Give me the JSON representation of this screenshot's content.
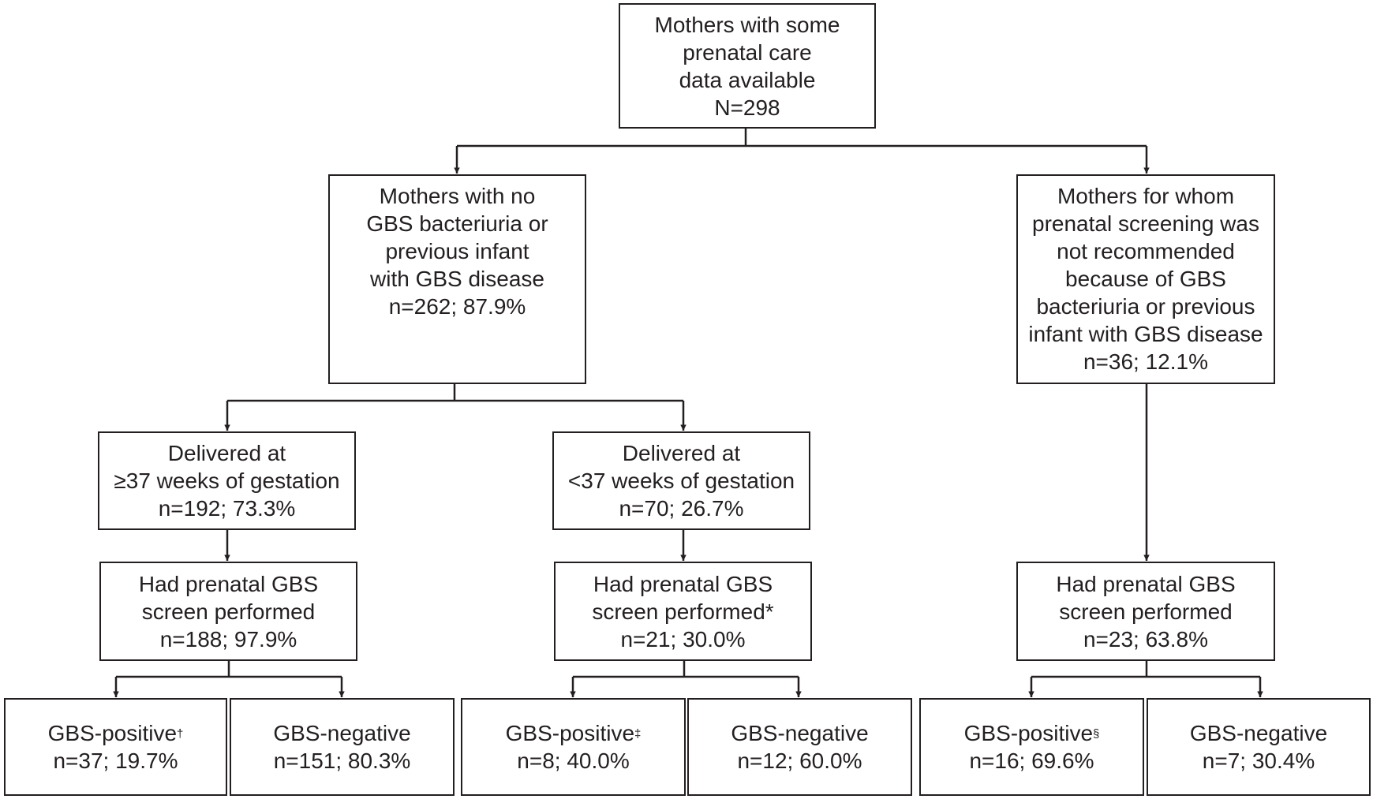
{
  "nodes": {
    "root": {
      "lines": [
        "Mothers with some",
        "prenatal care",
        "data available",
        "N=298"
      ]
    },
    "no_bacteriuria": {
      "lines": [
        "Mothers with no",
        "GBS bacteriuria or",
        "previous infant",
        "with GBS disease",
        "n=262; 87.9%"
      ]
    },
    "not_recommended": {
      "lines": [
        "Mothers for whom",
        "prenatal screening was",
        "not recommended",
        "because of GBS",
        "bacteriuria or previous",
        "infant with GBS disease",
        "n=36; 12.1%"
      ]
    },
    "term": {
      "lines": [
        "Delivered at",
        "≥37 weeks of gestation",
        "n=192; 73.3%"
      ]
    },
    "preterm": {
      "lines": [
        "Delivered at",
        "<37 weeks of gestation",
        "n=70; 26.7%"
      ]
    },
    "term_screen": {
      "lines": [
        "Had prenatal GBS",
        "screen performed",
        "n=188; 97.9%"
      ]
    },
    "preterm_screen": {
      "line1": "Had prenatal GBS",
      "line2": "screen performed",
      "mark": "*",
      "line3": "n=21; 30.0%"
    },
    "nr_screen": {
      "lines": [
        "Had prenatal GBS",
        "screen performed",
        "n=23; 63.8%"
      ]
    },
    "term_pos": {
      "label": "GBS-positive",
      "mark": "†",
      "count": "n=37; 19.7%"
    },
    "term_neg": {
      "label": "GBS-negative",
      "count": "n=151; 80.3%"
    },
    "preterm_pos": {
      "label": "GBS-positive",
      "mark": "‡",
      "count": "n=8; 40.0%"
    },
    "preterm_neg": {
      "label": "GBS-negative",
      "count": "n=12; 60.0%"
    },
    "nr_pos": {
      "label": "GBS-positive",
      "mark": "§",
      "count": "n=16; 69.6%"
    },
    "nr_neg": {
      "label": "GBS-negative",
      "count": "n=7; 30.4%"
    }
  },
  "colors": {
    "ink": "#231f20",
    "background": "#ffffff"
  }
}
